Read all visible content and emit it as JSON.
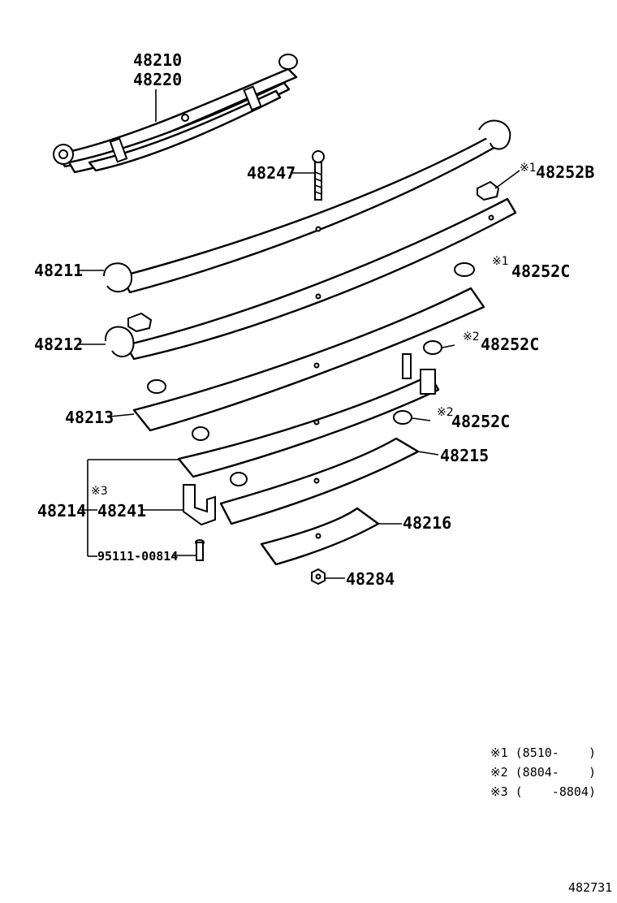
{
  "labels": {
    "p48210": "48210",
    "p48220": "48220",
    "p48247": "48247",
    "p48252B": "48252B",
    "p48211": "48211",
    "p48252C_1": "48252C",
    "p48212": "48212",
    "p48252C_2": "48252C",
    "p48213": "48213",
    "p48252C_3": "48252C",
    "p48215": "48215",
    "p48214": "48214",
    "p48241": "48241",
    "p48216": "48216",
    "p95111": "95111-00814",
    "p48284": "48284"
  },
  "marks": {
    "m1a": "※1",
    "m1b": "※1",
    "m2a": "※2",
    "m2b": "※2",
    "m3": "※3"
  },
  "notes": {
    "n1": "※1 (8510-    )",
    "n2": "※2 (8804-    )",
    "n3": "※3 (    -8804)"
  },
  "footer": {
    "code": "482731"
  }
}
